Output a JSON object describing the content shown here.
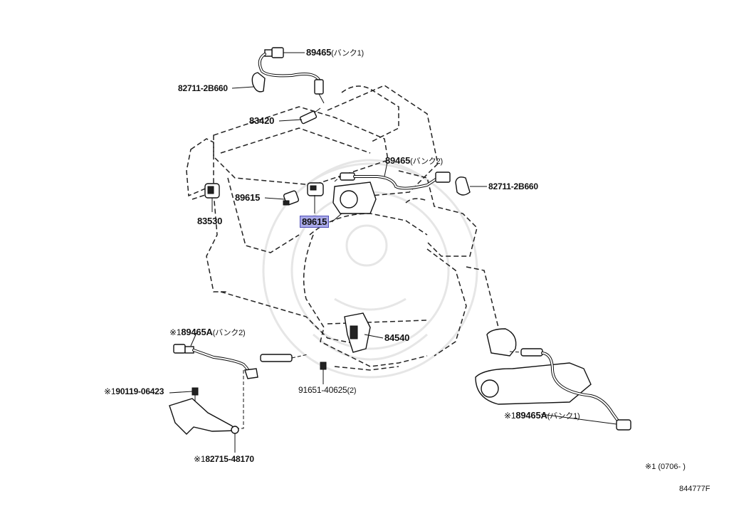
{
  "diagram_id": "844777F",
  "footnote": "※1 (0706-      )",
  "callouts": {
    "o2_bank1_top": {
      "part": "89465",
      "note": "(バンク1)"
    },
    "clamp_left": {
      "part": "82711-2B660"
    },
    "spark_plug": {
      "part": "83420"
    },
    "o2_bank2_top": {
      "part": "89465",
      "note": "(バンク2)"
    },
    "clamp_right": {
      "part": "82711-2B660"
    },
    "sensor_left": {
      "part": "89615"
    },
    "sensor_selected": {
      "part": "89615"
    },
    "switch_83530": {
      "part": "83530"
    },
    "o2_bank2_lower": {
      "mark": "※1",
      "part": "89465A",
      "note": "(バンク2)"
    },
    "switch_84540": {
      "part": "84540"
    },
    "bolt_91651": {
      "part": "91651-40625",
      "note": "(2)"
    },
    "bolt_90119": {
      "mark": "※1",
      "part": "90119-06423"
    },
    "bracket_82715": {
      "mark": "※1",
      "part": "82715-48170"
    },
    "o2_bank1_lower": {
      "mark": "※1",
      "part": "89465A",
      "note": "(バンク1)"
    }
  }
}
